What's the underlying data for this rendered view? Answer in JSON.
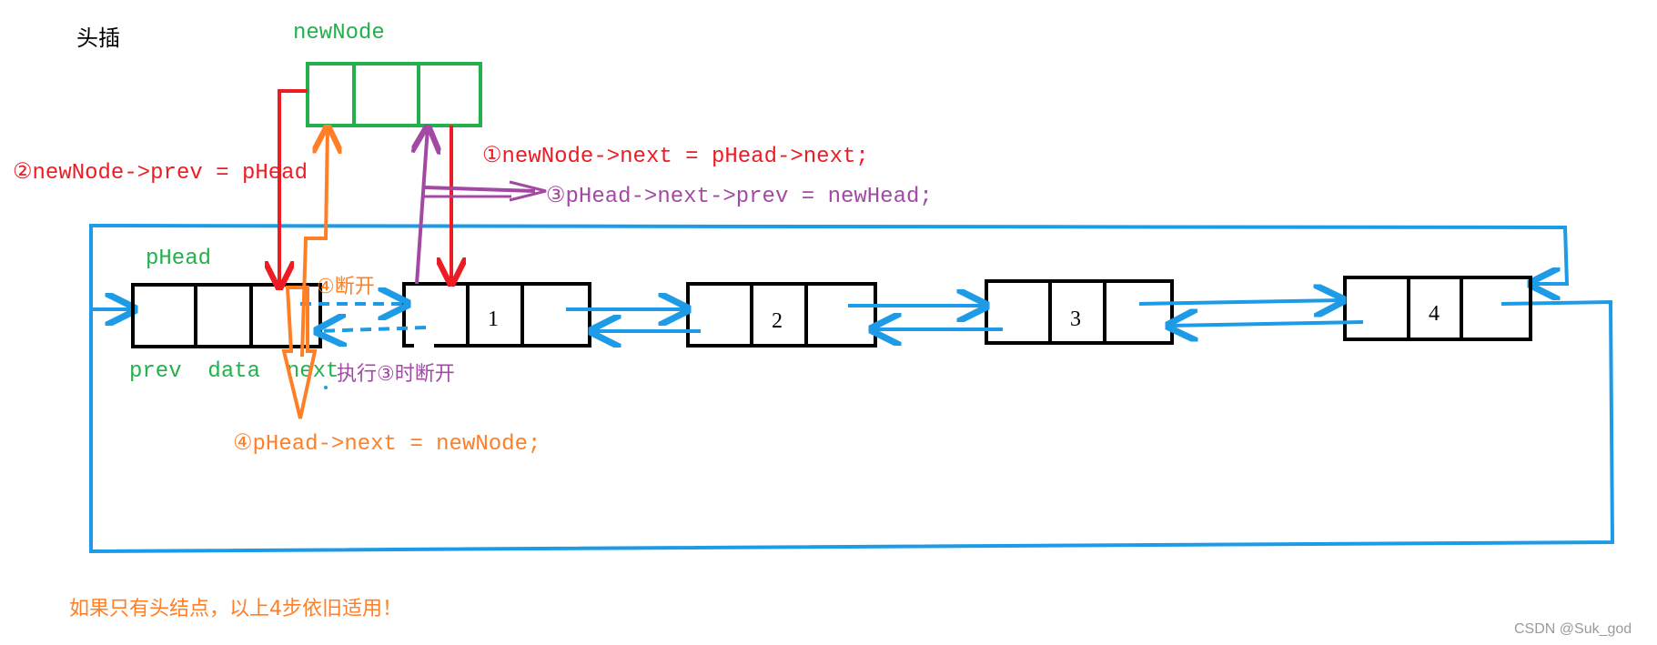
{
  "title": "头插",
  "colors": {
    "black": "#000000",
    "green": "#22b14c",
    "red": "#ed1c24",
    "orange": "#ff7f27",
    "purple": "#a349a4",
    "blue": "#1d9be6",
    "gray": "#9a9a9a"
  },
  "new_node": {
    "label": "newNode"
  },
  "head_node": {
    "label": "pHead",
    "field_labels": "prev  data  next"
  },
  "list_nodes": [
    {
      "value": "1"
    },
    {
      "value": "2"
    },
    {
      "value": "3"
    },
    {
      "value": "4"
    }
  ],
  "steps": {
    "step1": "①newNode->next = pHead->next;",
    "step2": "②newNode->prev = pHead",
    "step3": "③pHead->next->prev = newHead;",
    "step4": "④pHead->next = newNode;"
  },
  "notes": {
    "break4": "④断开",
    "break3": "执行③时断开",
    "only_head": "如果只有头结点，以上4步依旧适用！"
  },
  "watermark": "CSDN @Suk_god"
}
